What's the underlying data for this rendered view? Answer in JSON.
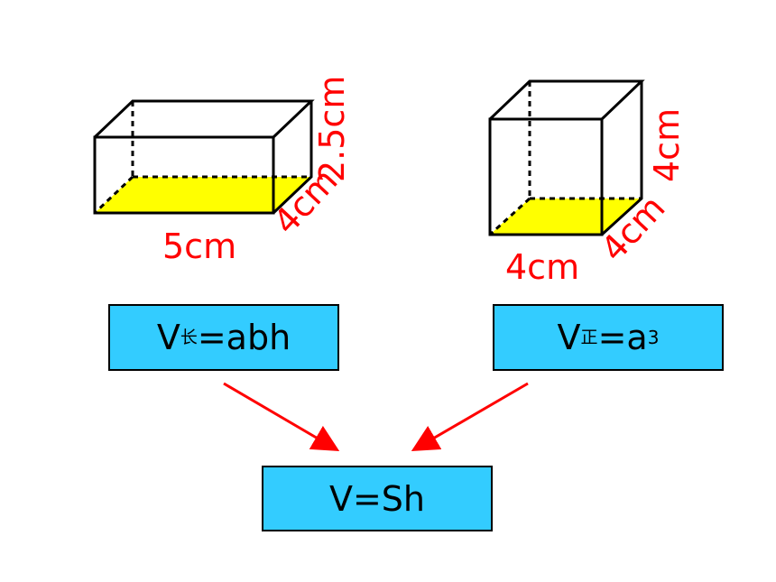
{
  "colors": {
    "base_face": "#ffff00",
    "labels": "#ff0000",
    "arrows": "#ff0000",
    "formula_box_fill": "#33ccff",
    "edges": "#000000"
  },
  "cuboid": {
    "length_label": "5cm",
    "width_label": "4cm",
    "height_label": "2.5cm"
  },
  "cube": {
    "length_label": "4cm",
    "width_label": "4cm",
    "height_label": "4cm"
  },
  "formulas": {
    "cuboid": {
      "main": "V",
      "subscript": "长",
      "rhs": "=abh"
    },
    "cube": {
      "main": "V",
      "subscript": "正",
      "rhs": "=a",
      "superscript": "3"
    },
    "general": {
      "text": "V=Sh"
    }
  }
}
